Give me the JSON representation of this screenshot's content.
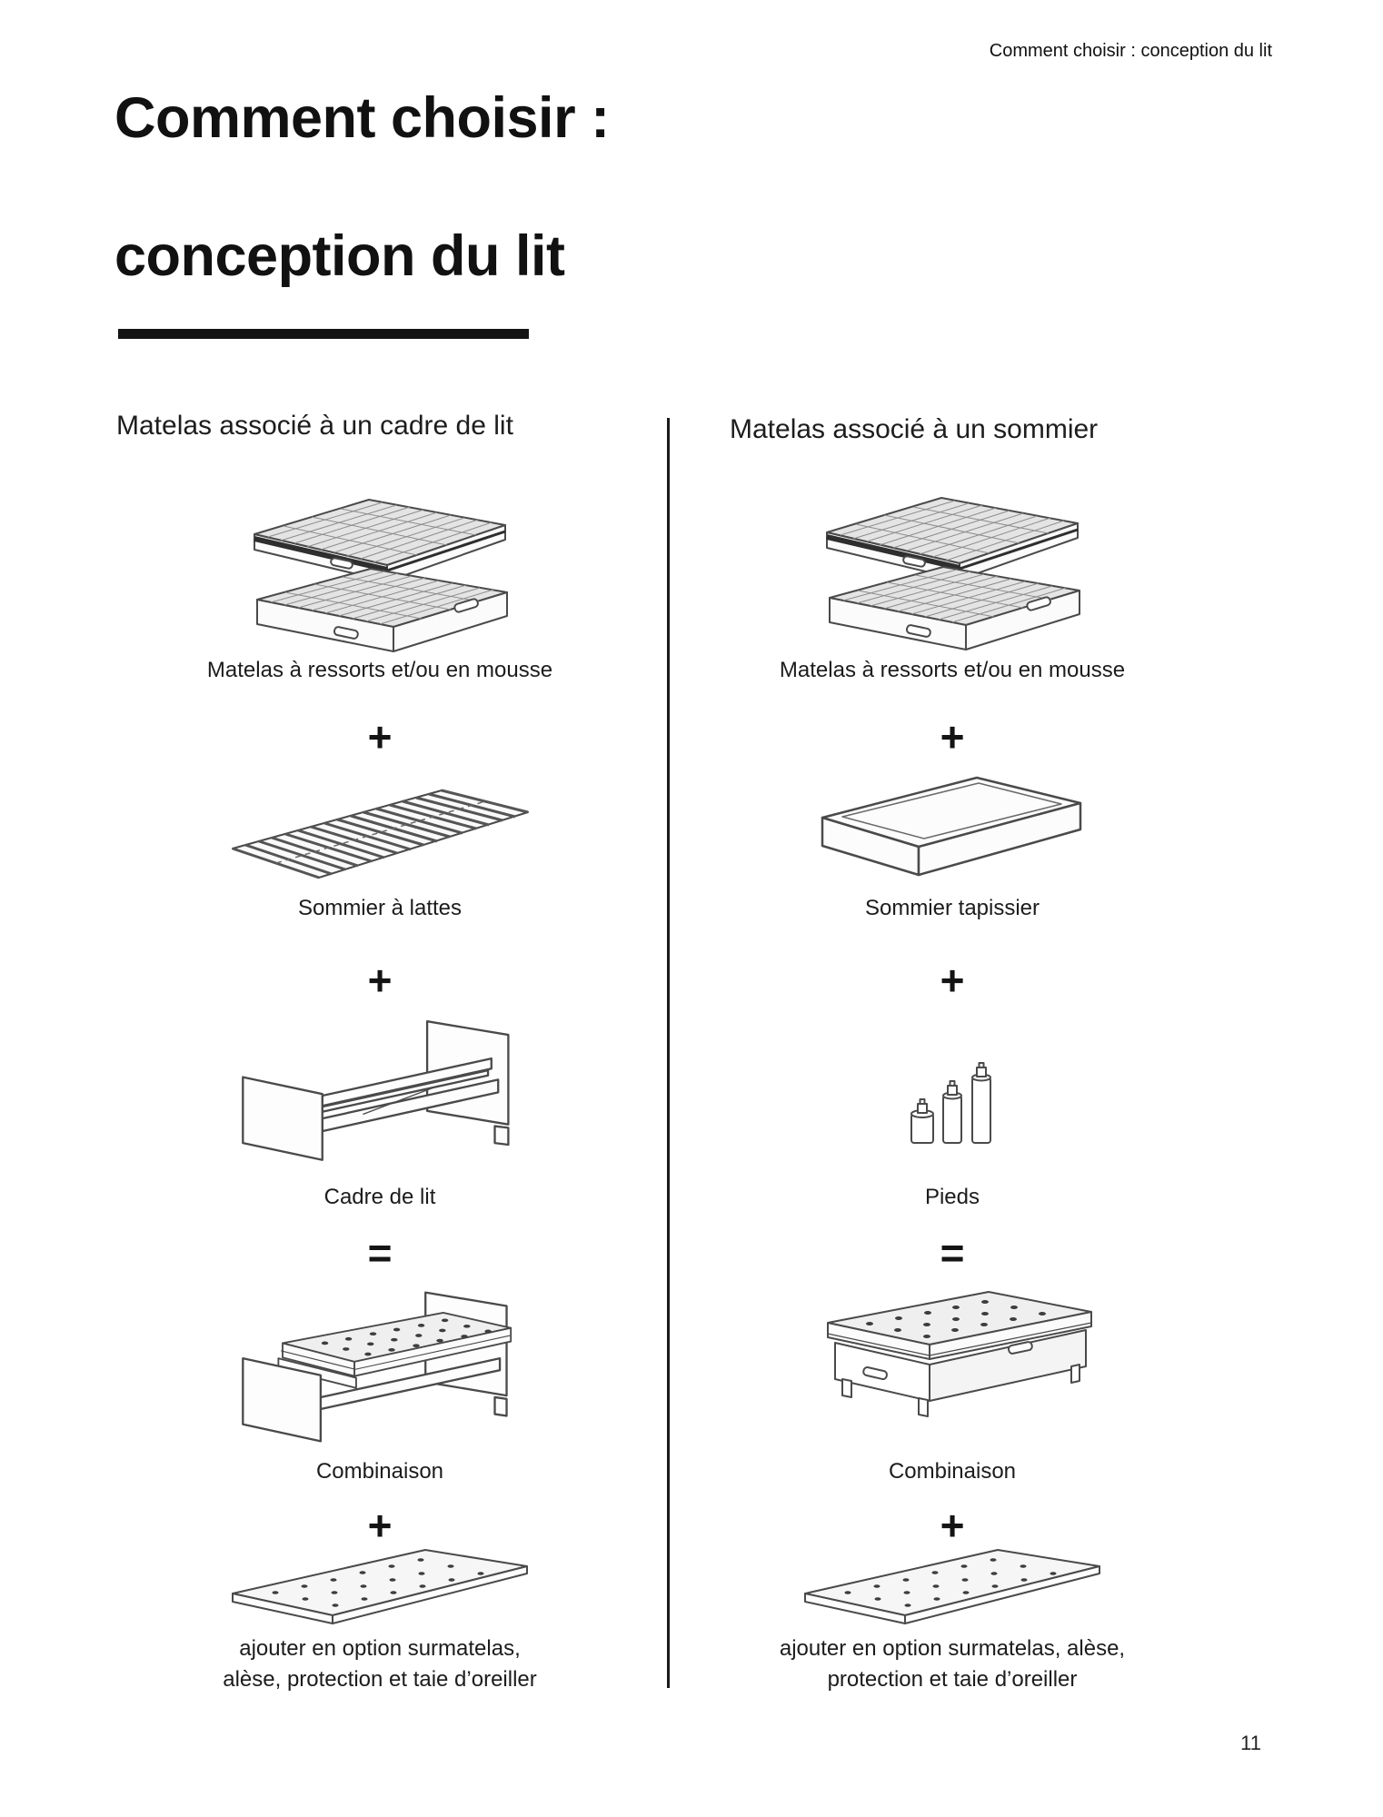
{
  "meta": {
    "running_header": "Comment choisir : conception du lit",
    "page_number": "11"
  },
  "title": {
    "line1": "Comment choisir :",
    "line2": "conception du lit"
  },
  "operators": {
    "plus": "+",
    "equals": "="
  },
  "left_column": {
    "heading": "Matelas associé à un cadre de lit",
    "mattress_label": "Matelas à ressorts et/ou en mousse",
    "base_label": "Sommier à lattes",
    "frame_label": "Cadre de lit",
    "combo_label": "Combinaison",
    "option_line1": "ajouter en option surmatelas,",
    "option_line2": "alèse, protection et taie d’oreiller"
  },
  "right_column": {
    "heading": "Matelas associé à un sommier",
    "mattress_label": "Matelas à ressorts et/ou en mousse",
    "base_label": "Sommier tapissier",
    "legs_label": "Pieds",
    "combo_label": "Combinaison",
    "option_line1": "ajouter en option surmatelas, alèse,",
    "option_line2": "protection et taie d’oreiller"
  },
  "illustration_colors": {
    "stroke": "#4a4a4a",
    "quilt_fill": "#e4e4e4",
    "light_fill": "#fbfbfb",
    "dot_fill": "#3d3d3d"
  }
}
